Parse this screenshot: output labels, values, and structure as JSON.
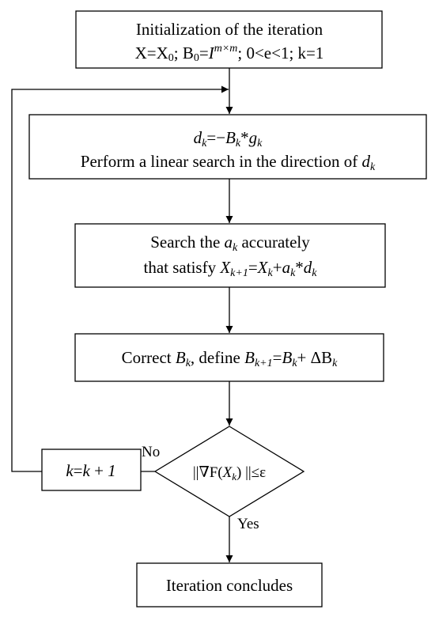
{
  "box_init": {
    "line1": "Initialization of the iteration",
    "line2_a": "X=X",
    "line2_sub0": "0",
    "line2_b": "; B",
    "line2_sub1": "0",
    "line2_c": "=",
    "line2_I": "I",
    "line2_sup": "m×m",
    "line2_d": "; 0<e<1; k=1"
  },
  "box_direction": {
    "d": "d",
    "k": "k",
    "eq": "=−",
    "B": "B",
    "star": "*",
    "g": "g",
    "line2_prefix": "Perform a linear search in the direction of "
  },
  "box_search": {
    "line1_prefix": "Search the ",
    "a": "a",
    "k": "k",
    "line1_suffix": " accurately",
    "line2_prefix": "that satisfy  ",
    "X": "X",
    "k1": "k+1",
    "eq": "=",
    "plus": "+",
    "star": "*",
    "d": "d"
  },
  "box_correct": {
    "prefix": "Correct ",
    "B": "B",
    "k": "k",
    "mid": ", define ",
    "k1": "k+1",
    "eq": "=",
    "plus": "+ ΔB"
  },
  "decision": {
    "norm_open": "||∇F(",
    "X": "X",
    "k": "k",
    "norm_close": ") ||≤ε"
  },
  "box_increment": {
    "k": "k",
    "eq": "=",
    "k2": "k",
    "plus": " + ",
    "one": "1"
  },
  "label_no": "No",
  "label_yes": "Yes",
  "box_end": {
    "label": "Iteration concludes"
  }
}
